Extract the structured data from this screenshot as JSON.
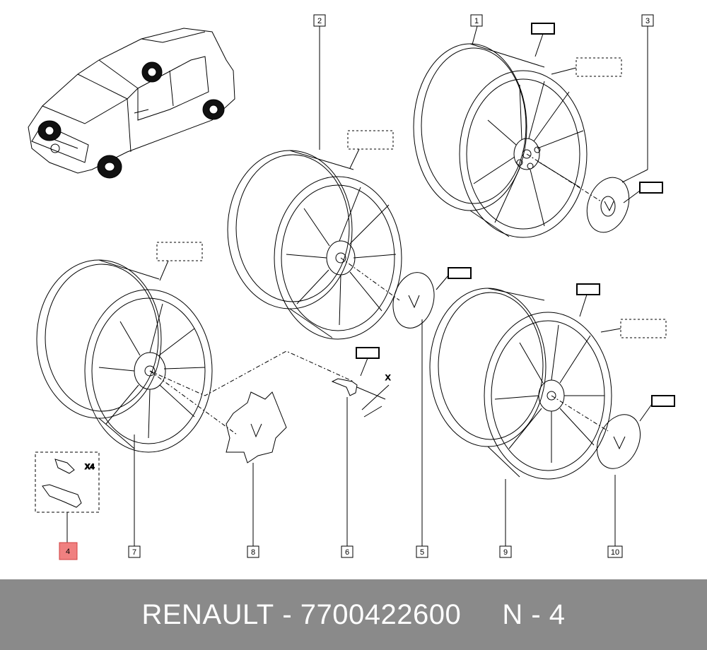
{
  "callouts": {
    "c1": "1",
    "c2": "2",
    "c3": "3",
    "c4": "4",
    "c5": "5",
    "c6": "6",
    "c7": "7",
    "c8": "8",
    "c9": "9",
    "c10": "10"
  },
  "highlighted_callout": "4",
  "highlight_color": "#f08080",
  "qty_label": "X4",
  "dimension_label": "X",
  "footer": {
    "brand": "RENAULT",
    "separator1": " - ",
    "part_number": "7700422600",
    "gap": "     ",
    "position": "N - 4"
  }
}
